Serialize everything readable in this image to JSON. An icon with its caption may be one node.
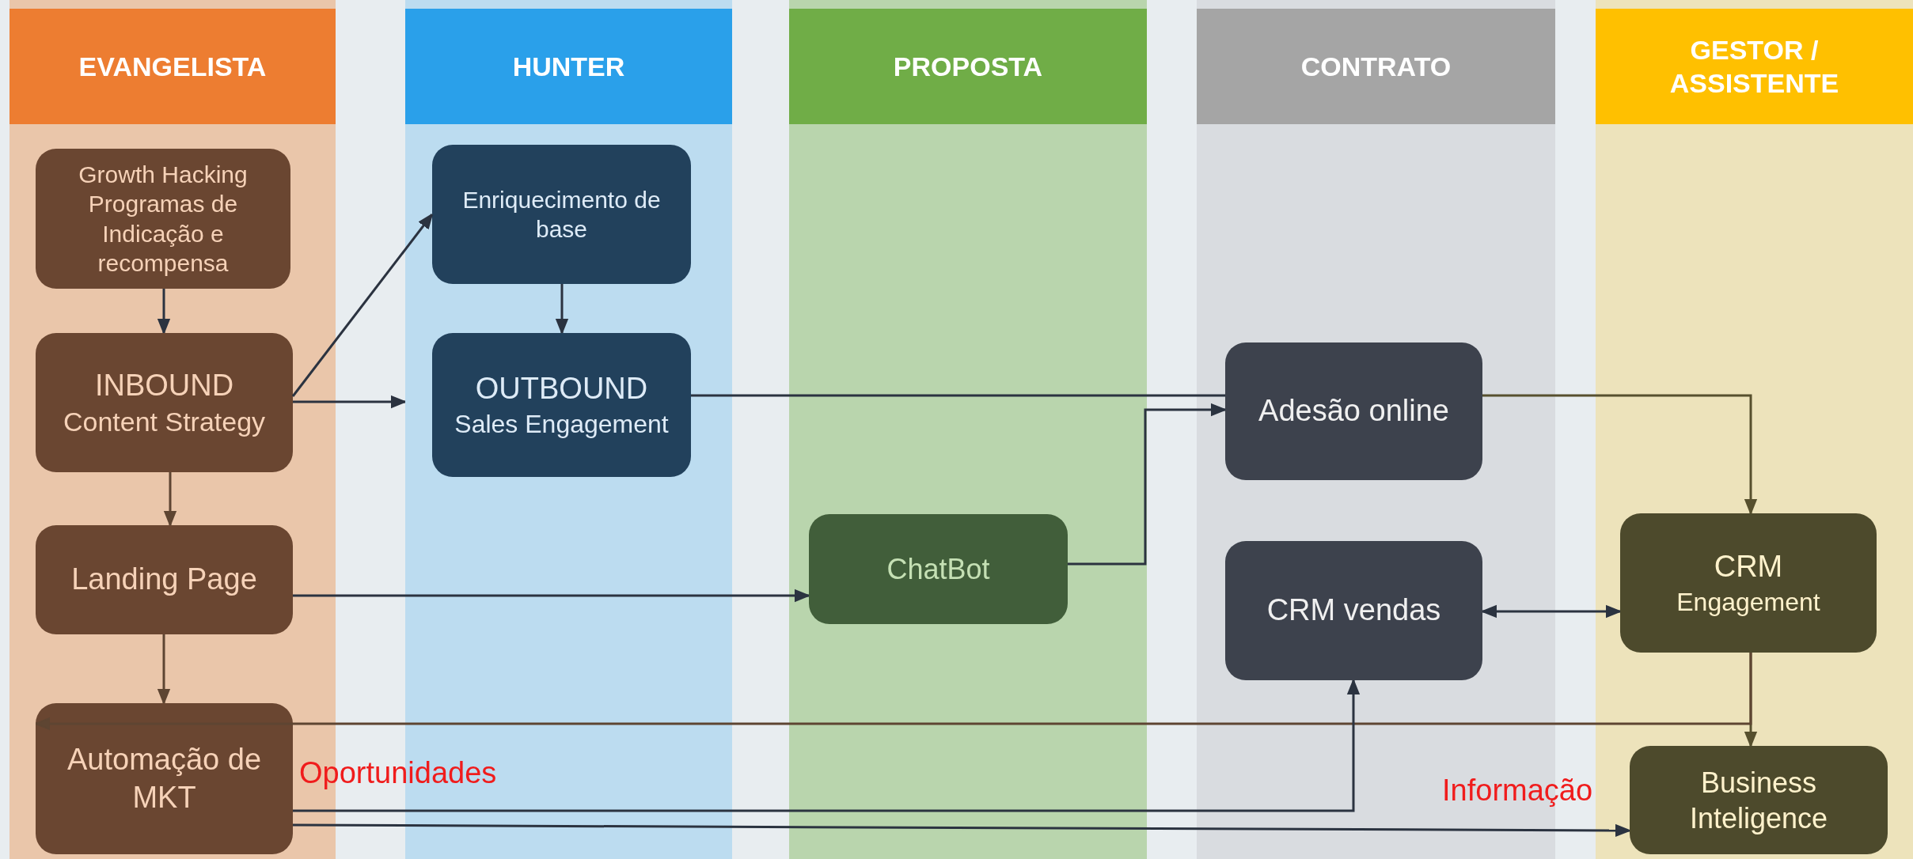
{
  "diagram": {
    "nodes": [
      {
        "text": [
          "EVANGELISTA"
        ]
      },
      {
        "text": [
          "Growth Hacking Programas de Indicação e recompensa"
        ],
        "in": 0
      },
      {
        "text": [
          "INBOUND",
          "Content Strategy"
        ],
        "in": 0
      },
      {
        "text": [
          "Landing Page"
        ],
        "in": 0
      },
      {
        "text": [
          "Automação de MKT"
        ],
        "in": 0
      },
      {
        "text": [
          "HUNTER"
        ]
      },
      {
        "text": [
          "Enriquecimento de base"
        ],
        "in": 5
      },
      {
        "text": [
          "OUTBOUND",
          "Sales Engagement"
        ],
        "in": 5
      },
      {
        "text": [
          "PROPOSTA"
        ]
      },
      {
        "text": [
          "ChatBot"
        ],
        "in": 8
      },
      {
        "text": [
          "CONTRATO"
        ]
      },
      {
        "text": [
          "Adesão online"
        ],
        "in": 10
      },
      {
        "text": [
          "CRM vendas"
        ],
        "in": 10
      },
      {
        "text": [
          "GESTOR / ASSISTENTE"
        ]
      },
      {
        "text": [
          "CRM",
          "Engagement"
        ],
        "in": 13
      },
      {
        "text": [
          "Business Inteligence"
        ],
        "in": 13
      }
    ],
    "edges": [
      {
        "from": 1,
        "to": 2,
        "arrow": "to"
      },
      {
        "from": 2,
        "to": 6,
        "arrow": "to"
      },
      {
        "from": 2,
        "to": 5,
        "arrow": "to"
      },
      {
        "from": 6,
        "to": 7,
        "arrow": "to"
      },
      {
        "from": 2,
        "to": 3,
        "arrow": "to",
        "color": "#5e4532"
      },
      {
        "from": 3,
        "to": 9,
        "arrow": "to"
      },
      {
        "from": 3,
        "to": 4,
        "arrow": "to",
        "color": "#5e4532"
      },
      {
        "from": 7,
        "to": 11,
        "arrow": "none"
      },
      {
        "from": 9,
        "to": 11,
        "arrow": "to"
      },
      {
        "from": 11,
        "to": 14,
        "arrow": "to",
        "color": "#57502e"
      },
      {
        "from": 12,
        "to": 14,
        "arrow": "both"
      },
      {
        "from": 14,
        "to": 15,
        "arrow": "to",
        "color": "#57502e"
      },
      {
        "from": 14,
        "to": 4,
        "arrow": "to",
        "color": "#5e4532"
      },
      {
        "from": 4,
        "to": 12,
        "arrow": "to",
        "label": "Oportunidades"
      },
      {
        "from": 4,
        "to": 15,
        "arrow": "to",
        "label": "Informação"
      }
    ]
  }
}
